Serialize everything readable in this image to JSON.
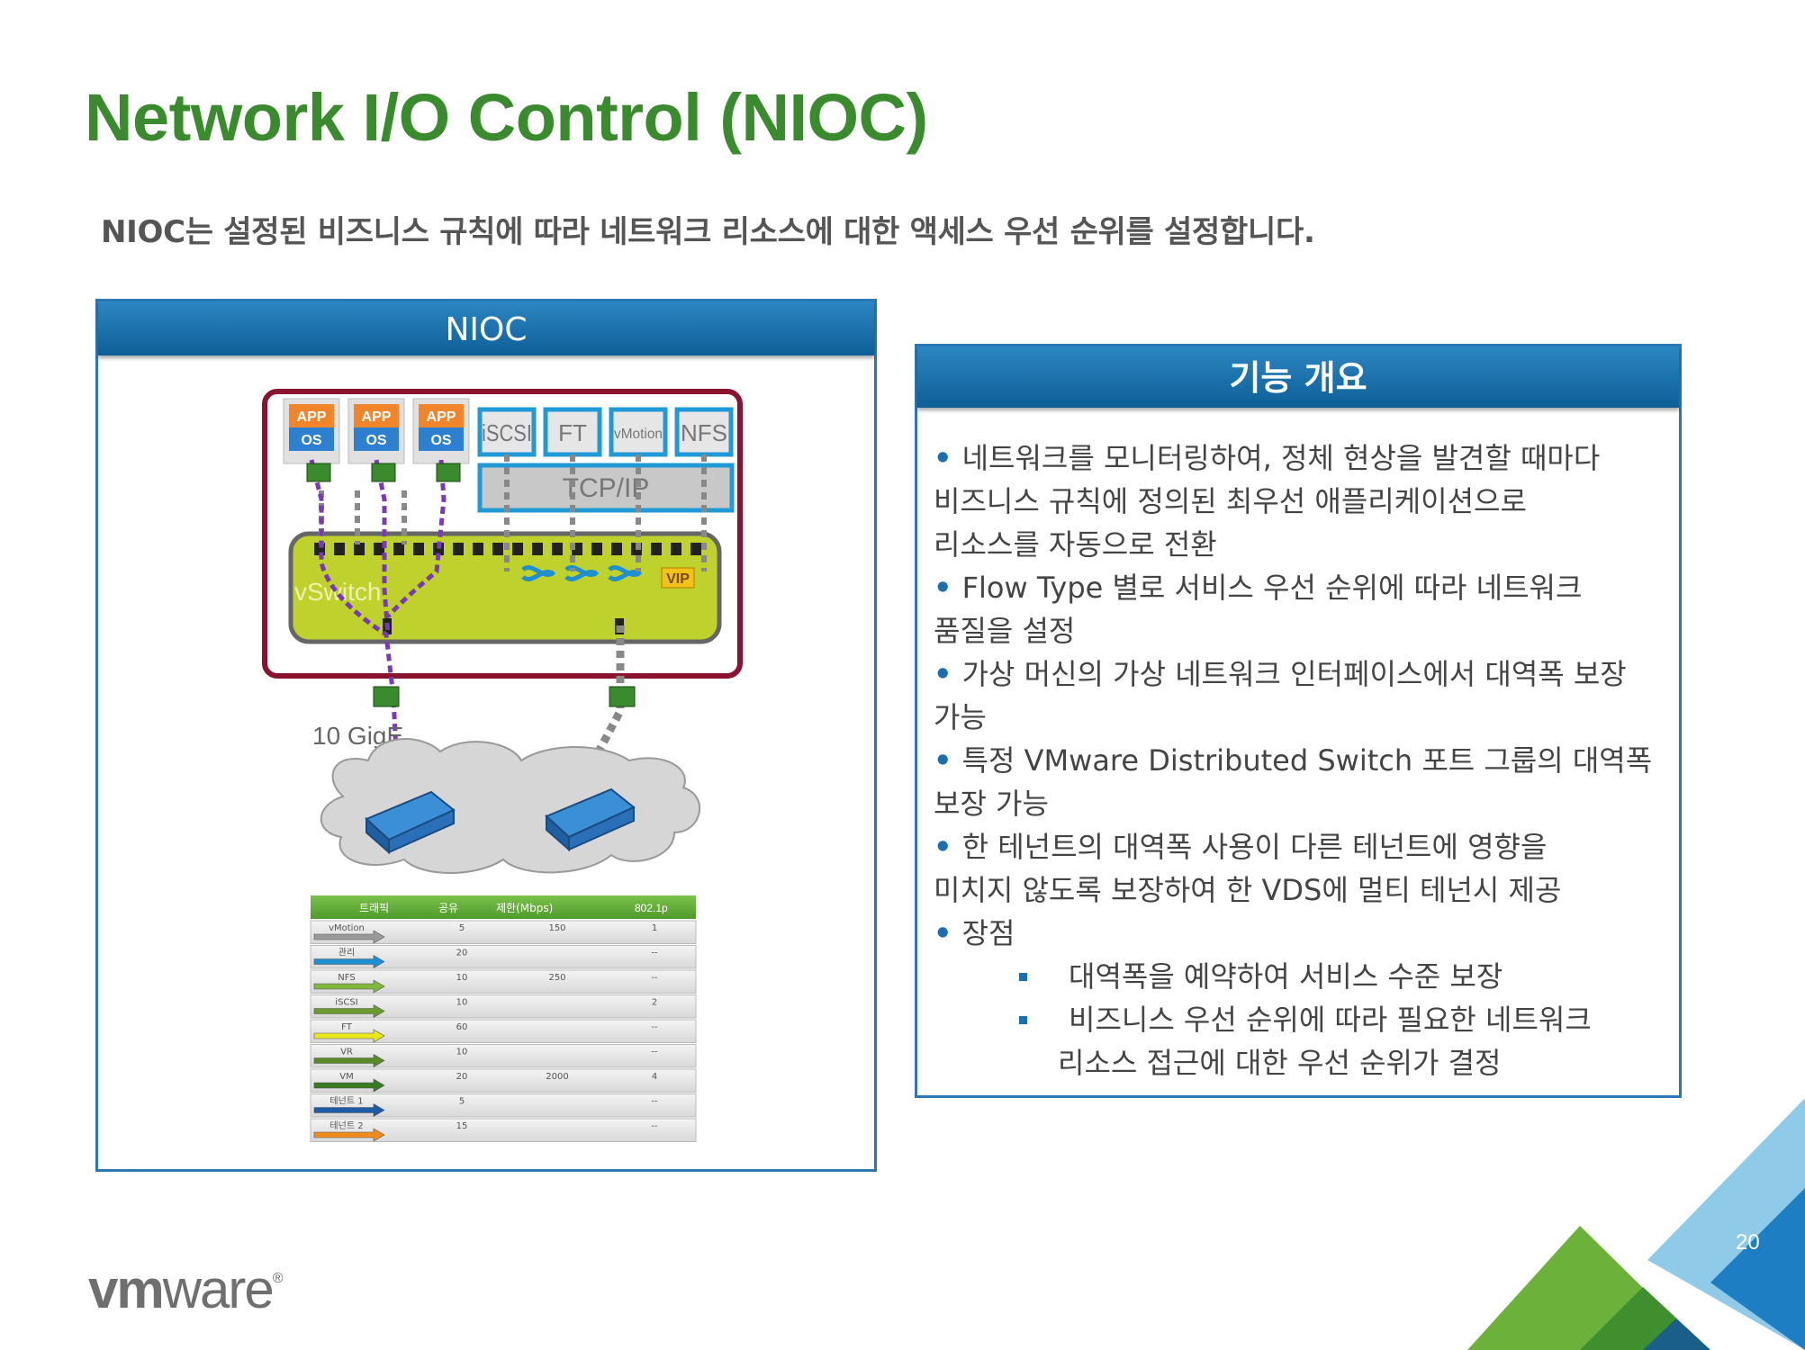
{
  "slide": {
    "title": "Network I/O Control  (NIOC)",
    "subtitle": "NIOC는 설정된 비즈니스 규칙에 따라 네트워크 리소스에 대한 액세스 우선 순위를 설정합니다.",
    "page_number": "20",
    "logo_text": "vmware",
    "accent_green": "#3a8a2e",
    "accent_blue": "#1b6fb0"
  },
  "diagram_panel": {
    "header": "NIOC",
    "vm_app_label": "APP",
    "vm_os_label": "OS",
    "services": [
      "iSCSI",
      "FT",
      "vMotion",
      "NFS"
    ],
    "tcpip_label": "TCP/IP",
    "vswitch_label": "vSwitch",
    "vip_badge": "VIP",
    "uplink_label": "10 GigE",
    "table": {
      "headers": [
        "트래픽",
        "공유",
        "제한(Mbps)",
        "802.1p"
      ],
      "rows": [
        {
          "name": "vMotion",
          "share": "5",
          "limit": "150",
          "p": "1",
          "arrow_color": "#9a9a9a"
        },
        {
          "name": "관리",
          "share": "20",
          "limit": "",
          "p": "--",
          "arrow_color": "#1e8fd0"
        },
        {
          "name": "NFS",
          "share": "10",
          "limit": "250",
          "p": "--",
          "arrow_color": "#7fb83a"
        },
        {
          "name": "iSCSI",
          "share": "10",
          "limit": "",
          "p": "2",
          "arrow_color": "#6a9a30"
        },
        {
          "name": "FT",
          "share": "60",
          "limit": "",
          "p": "--",
          "arrow_color": "#e8e81e"
        },
        {
          "name": "VR",
          "share": "10",
          "limit": "",
          "p": "--",
          "arrow_color": "#5a8a28"
        },
        {
          "name": "VM",
          "share": "20",
          "limit": "2000",
          "p": "4",
          "arrow_color": "#3a7a20"
        },
        {
          "name": "테넌트 1",
          "share": "5",
          "limit": "",
          "p": "--",
          "arrow_color": "#1e5aa8"
        },
        {
          "name": "테넌트 2",
          "share": "15",
          "limit": "",
          "p": "--",
          "arrow_color": "#f08c1e"
        }
      ]
    }
  },
  "features_panel": {
    "header": "기능 개요",
    "items": [
      {
        "bullet": "•",
        "lines": [
          "네트워크를 모니터링하여, 정체 현상을 발견할 때마다",
          "비즈니스 규칙에 정의된 최우선 애플리케이션으로",
          "리소스를 자동으로 전환"
        ]
      },
      {
        "bullet": "•",
        "lines": [
          "Flow Type 별로 서비스 우선 순위에 따라 네트워크",
          "품질을 설정"
        ]
      },
      {
        "bullet": "•",
        "lines": [
          "가상 머신의 가상 네트워크 인터페이스에서 대역폭 보장",
          "가능"
        ]
      },
      {
        "bullet": "•",
        "lines": [
          "특정 VMware Distributed Switch 포트 그룹의 대역폭",
          "보장 가능"
        ]
      },
      {
        "bullet": "•",
        "lines": [
          "한 테넌트의 대역폭 사용이 다른 테넌트에 영향을",
          "미치지 않도록 보장하여 한 VDS에 멀티 테넌시 제공"
        ]
      },
      {
        "bullet": "•",
        "lines": [
          "장점"
        ]
      }
    ],
    "sub_items": [
      {
        "lines": [
          "대역폭을 예약하여 서비스 수준 보장"
        ]
      },
      {
        "lines": [
          "비즈니스 우선 순위에 따라 필요한 네트워크",
          "리소스 접근에 대한 우선 순위가 결정"
        ]
      }
    ]
  }
}
